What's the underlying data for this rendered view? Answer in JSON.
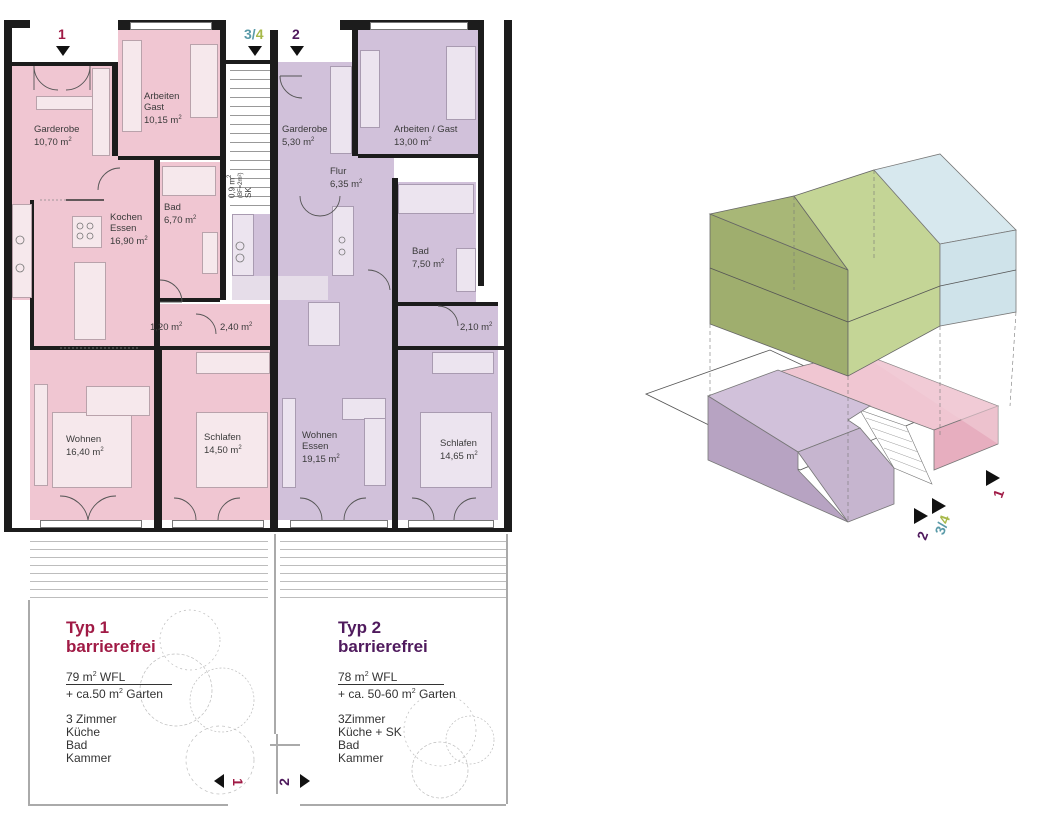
{
  "entrances": {
    "e1": "1",
    "e34_a": "3/",
    "e34_b": "4",
    "e2": "2"
  },
  "rooms_typ1": [
    {
      "name": "Garderobe",
      "area": "10,70 m",
      "unit": "2"
    },
    {
      "name": "Arbeiten\nGast",
      "area": "10,15 m",
      "unit": "2"
    },
    {
      "name": "Kochen\nEssen",
      "area": "16,90 m",
      "unit": "2"
    },
    {
      "name": "Bad",
      "area": "6,70 m",
      "unit": "2"
    },
    {
      "name": "",
      "area": "1,20 m",
      "unit": "2"
    },
    {
      "name": "",
      "area": "2,40 m",
      "unit": "2"
    },
    {
      "name": "Wohnen",
      "area": "16,40 m",
      "unit": "2"
    },
    {
      "name": "Schlafen",
      "area": "14,50 m",
      "unit": "2"
    }
  ],
  "rooms_typ2": [
    {
      "name": "Garderobe",
      "area": "5,30 m",
      "unit": "2"
    },
    {
      "name": "Arbeiten / Gast",
      "area": "13,00 m",
      "unit": "2"
    },
    {
      "name": "Flur",
      "area": "6,35 m",
      "unit": "2"
    },
    {
      "name": "Bad",
      "area": "7,50 m",
      "unit": "2"
    },
    {
      "name": "",
      "area": "2,10 m",
      "unit": "2"
    },
    {
      "name": "Wohnen\nEssen",
      "area": "19,15 m",
      "unit": "2"
    },
    {
      "name": "Schlafen",
      "area": "14,65 m",
      "unit": "2"
    }
  ],
  "storage": {
    "area": "0,9 m",
    "unit": "2",
    "note": "(BF=2m²)",
    "label": "SK"
  },
  "legend_typ1": {
    "title": "Typ 1",
    "subtitle": "barrierefrei",
    "wfl": "79 m",
    "wfl_unit": "2",
    "wfl_suffix": " WFL",
    "garden": "+ ca.50 m",
    "garden_unit": "2",
    "garden_suffix": "  Garten",
    "lines": [
      "3 Zimmer",
      "Küche",
      "Bad",
      "Kammer"
    ]
  },
  "legend_typ2": {
    "title": "Typ 2",
    "subtitle": "barrierefrei",
    "wfl": "78 m",
    "wfl_unit": "2",
    "wfl_suffix": " WFL",
    "garden": "+ ca. 50-60 m",
    "garden_unit": "2",
    "garden_suffix": "  Garten",
    "lines": [
      "3Zimmer",
      "Küche + SK",
      "Bad",
      "Kammer"
    ]
  },
  "garden_markers": {
    "m1": "1",
    "m2": "2"
  },
  "axo_markers": {
    "m1": "1",
    "m2": "2",
    "m34_a": "3/",
    "m34_b": "4"
  },
  "colors": {
    "typ1": "#f0c6d2",
    "typ2": "#d1c1da",
    "typ1_text": "#a01a45",
    "typ2_text": "#4f1a5d",
    "green": "#b9cf8b",
    "blue": "#cfe3ea",
    "teal": "#5a9aa8",
    "yellowgreen": "#a7b94a"
  }
}
